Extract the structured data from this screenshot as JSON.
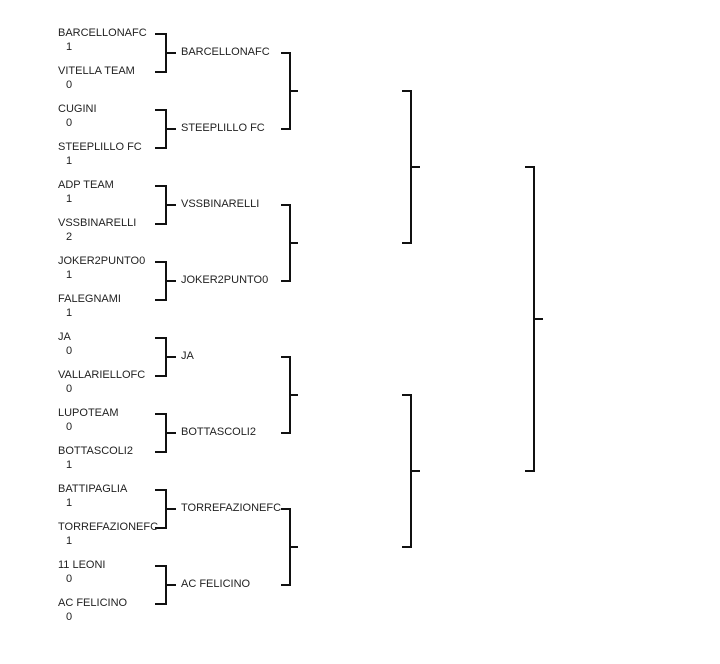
{
  "round1": [
    {
      "team_a": "BARCELLONAFC",
      "score_a": "1",
      "team_b": "VITELLA TEAM",
      "score_b": "0"
    },
    {
      "team_a": "CUGINI",
      "score_a": "0",
      "team_b": "STEEPLILLO FC",
      "score_b": "1"
    },
    {
      "team_a": "ADP TEAM",
      "score_a": "1",
      "team_b": "VSSBINARELLI",
      "score_b": "2"
    },
    {
      "team_a": "JOKER2PUNTO0",
      "score_a": "1",
      "team_b": "FALEGNAMI",
      "score_b": "1"
    },
    {
      "team_a": "JA",
      "score_a": "0",
      "team_b": "VALLARIELLOFC",
      "score_b": "0"
    },
    {
      "team_a": "LUPOTEAM",
      "score_a": "0",
      "team_b": "BOTTASCOLI2",
      "score_b": "1"
    },
    {
      "team_a": "BATTIPAGLIA",
      "score_a": "1",
      "team_b": "TORREFAZIONEFC",
      "score_b": "1"
    },
    {
      "team_a": "11 LEONI",
      "score_a": "0",
      "team_b": "AC FELICINO",
      "score_b": "0"
    }
  ],
  "round2": [
    "BARCELLONAFC",
    "STEEPLILLO FC",
    "VSSBINARELLI",
    "JOKER2PUNTO0",
    "JA",
    "BOTTASCOLI2",
    "TORREFAZIONEFC",
    "AC FELICINO"
  ]
}
